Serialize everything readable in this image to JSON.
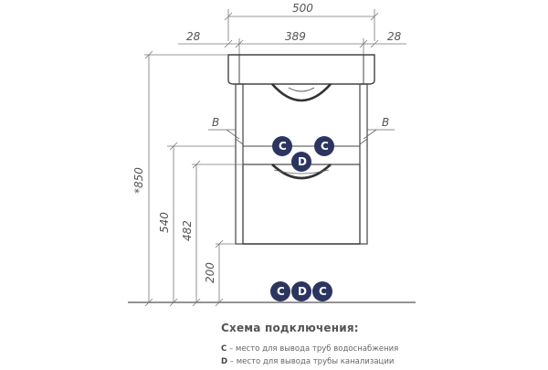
{
  "diagram": {
    "dimensions": {
      "overall_width": "500",
      "side_left": "28",
      "inner_width": "389",
      "side_right": "28",
      "total_height": "*850",
      "height_540": "540",
      "height_482": "482",
      "height_200": "200"
    },
    "callouts": {
      "b_left": "B",
      "b_right": "B"
    },
    "markers": {
      "c_mid_left": "C",
      "c_mid_right": "C",
      "d_mid": "D",
      "c_floor_left": "C",
      "d_floor": "D",
      "c_floor_right": "C"
    },
    "colors": {
      "marker": "#2c3560",
      "line": "#444444",
      "dim_line": "#777777"
    }
  },
  "legend": {
    "title": "Схема подключения:",
    "c_key": "C",
    "c_text": " – место для вывода труб водоснабжения",
    "d_key": "D",
    "d_text": " – место для вывода трубы канализации"
  }
}
